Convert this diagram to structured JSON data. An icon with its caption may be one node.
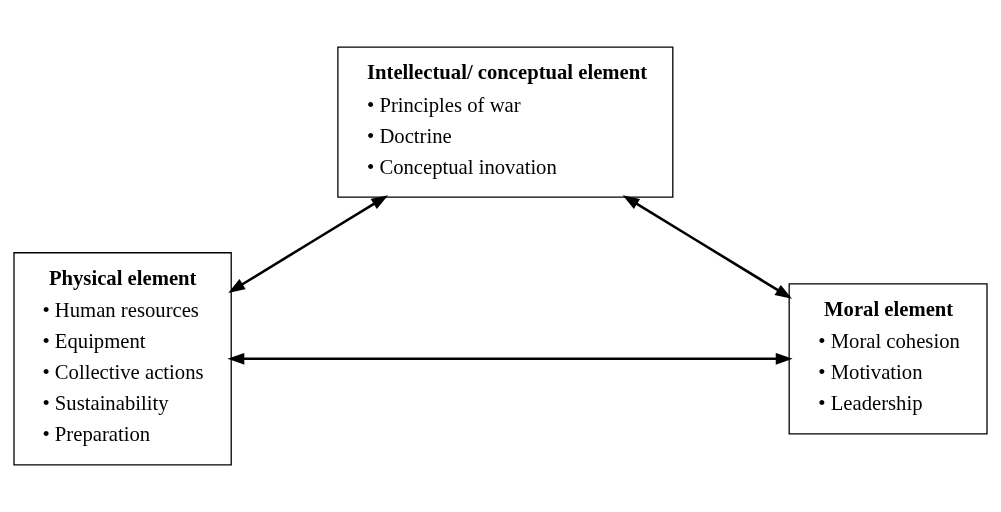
{
  "diagram": {
    "nodes": [
      {
        "text": [
          "Intellectual/ conceptual element",
          "• Principles of war",
          "• Doctrine",
          "• Conceptual inovation"
        ]
      },
      {
        "text": [
          "Physical element",
          "• Human resources",
          "• Equipment",
          "• Collective actions",
          "• Sustainability",
          "• Preparation"
        ]
      },
      {
        "text": [
          "Moral element",
          "• Moral cohesion",
          "• Motivation",
          "• Leadership"
        ]
      }
    ],
    "edges": [
      {
        "from": 0,
        "to": 1,
        "arrow": "both"
      },
      {
        "from": 0,
        "to": 2,
        "arrow": "both"
      },
      {
        "from": 1,
        "to": 2,
        "arrow": "both"
      }
    ]
  }
}
